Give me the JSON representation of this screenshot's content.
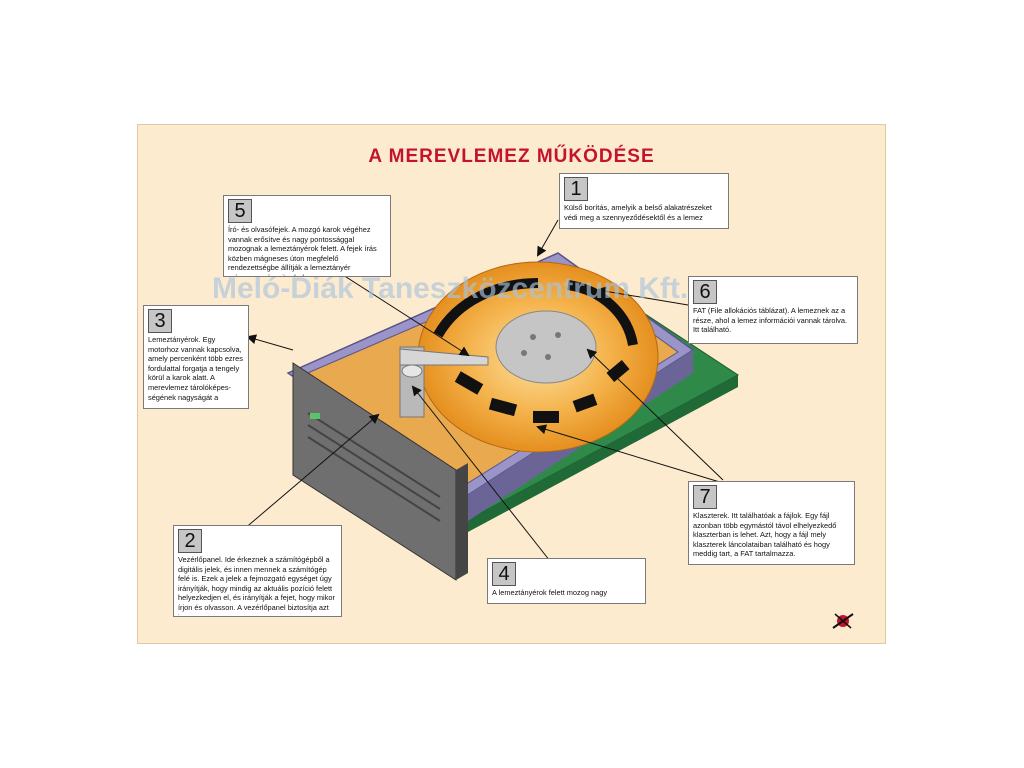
{
  "title": "A MEREVLEMEZ MŰKÖDÉSE",
  "watermark": "Meló-Diák Taneszközcentrum Kft.",
  "boxes": [
    {
      "num": "1",
      "text": "Külső borítás, amelyik a belső alakatrészeket védi meg a szennyeződésektől és a lemez"
    },
    {
      "num": "2",
      "text": "Vezérlőpanel. Ide érkeznek a számítógépből a digitális jelek, és innen mennek a számítógép felé is. Ezek a jelek a fejmozgató egységet úgy irányítják, hogy mindig az aktuális pozíció felett helyezkedjen el, és irányítják a fejet, hogy mikor írjon és olvasson. A vezérlőpanel biztosítja azt is,"
    },
    {
      "num": "3",
      "text": "Lemeztányérok. Egy motorhoz vannak kapcsolva, amely percenként több ezres fordulattal forgatja a tengely körül a karok alatt. A merevlemez tárolóképes-ségének nagyságát a"
    },
    {
      "num": "4",
      "text": "A lemeztányérok felett  mozog nagy"
    },
    {
      "num": "5",
      "text": "Író- és olvasófejek. A mozgó karok végéhez vannak erősítve és nagy pontossággal mozognak a lemeztányérok felett. A fejek írás közben mágneses úton megfelelő rendezettségbe állítják a lemeztányér  mágneses részeit, ahol az"
    },
    {
      "num": "6",
      "text": "FAT (File allokációs táblázat). A lemeznek az a része, ahol a lemez információi vannak tárolva. Itt található."
    },
    {
      "num": "7",
      "text": "Klaszterek. Itt találhatóak a fájlok. Egy fájl azonban több egymástól távol elhelyezkedő klaszterban is lehet. Azt, hogy a fájl mely klaszterek láncolataiban található és hogy meddig tart, a FAT tartalmazza."
    }
  ],
  "colors": {
    "title": "#c4122f",
    "case": "#9a94c8",
    "case_dark": "#6a6596",
    "board": "#2f8a4a",
    "platter": "#f1a63a",
    "arrow": "#111111"
  }
}
